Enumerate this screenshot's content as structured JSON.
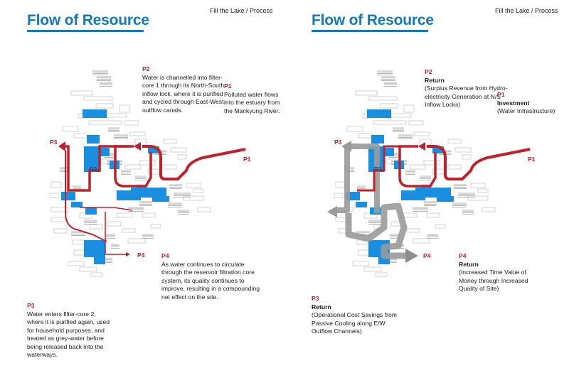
{
  "panels": [
    {
      "title": "Flow of Resource",
      "crumb": "Fill the Lake / Process",
      "notes": {
        "p2": {
          "label": "P2",
          "text": "Water is channelled into filter-core 1 through its North-South inflow lock, where it is purified and cycled through East-West outflow canals."
        },
        "p1": {
          "label": "P1",
          "text": "Polluted water flows into the estuary from the Mankyung River."
        },
        "p4": {
          "label": "P4",
          "text": "As water continues to circulate through the reservoir filtration core system, its quality continues to improve, resulting in a compounding net effect on the site."
        },
        "p3": {
          "label": "P3",
          "text": "Water enters filter-core 2, where it is purified again, used for household purposes, and treated as grey-water before being released back into the waterways."
        }
      },
      "map_tags": {
        "p1": "P1",
        "p2": "P2",
        "p3": "P3",
        "p4": "P4"
      }
    },
    {
      "title": "Flow of Resource",
      "crumb": "Fill the Lake / Process",
      "notes": {
        "p2": {
          "label": "P2",
          "head": "Return",
          "text": "(Surplus Revenue from Hydro-electricity Generation at N/S Inflow Locks)"
        },
        "p1": {
          "label": "P1",
          "head": "Investment",
          "text": "(Water Infrastructure)"
        },
        "p4": {
          "label": "P4",
          "head": "Return",
          "text": "(Increased Time Value of Money through Increased Quality of Site)"
        },
        "p3": {
          "label": "P3",
          "head": "Return",
          "text": "(Operational Cost Savings from Passive Cooling along E/W Outflow Channels)"
        }
      },
      "map_tags": {
        "p1": "P1",
        "p2": "P2",
        "p3": "P3",
        "p4": "P4"
      }
    }
  ],
  "colors": {
    "title": "#1578b8",
    "accent_red": "#c0202a",
    "water_blue": "#1a8fe0",
    "return_grey": "#8c8c8c",
    "building_grey": "#c8c8c8"
  }
}
